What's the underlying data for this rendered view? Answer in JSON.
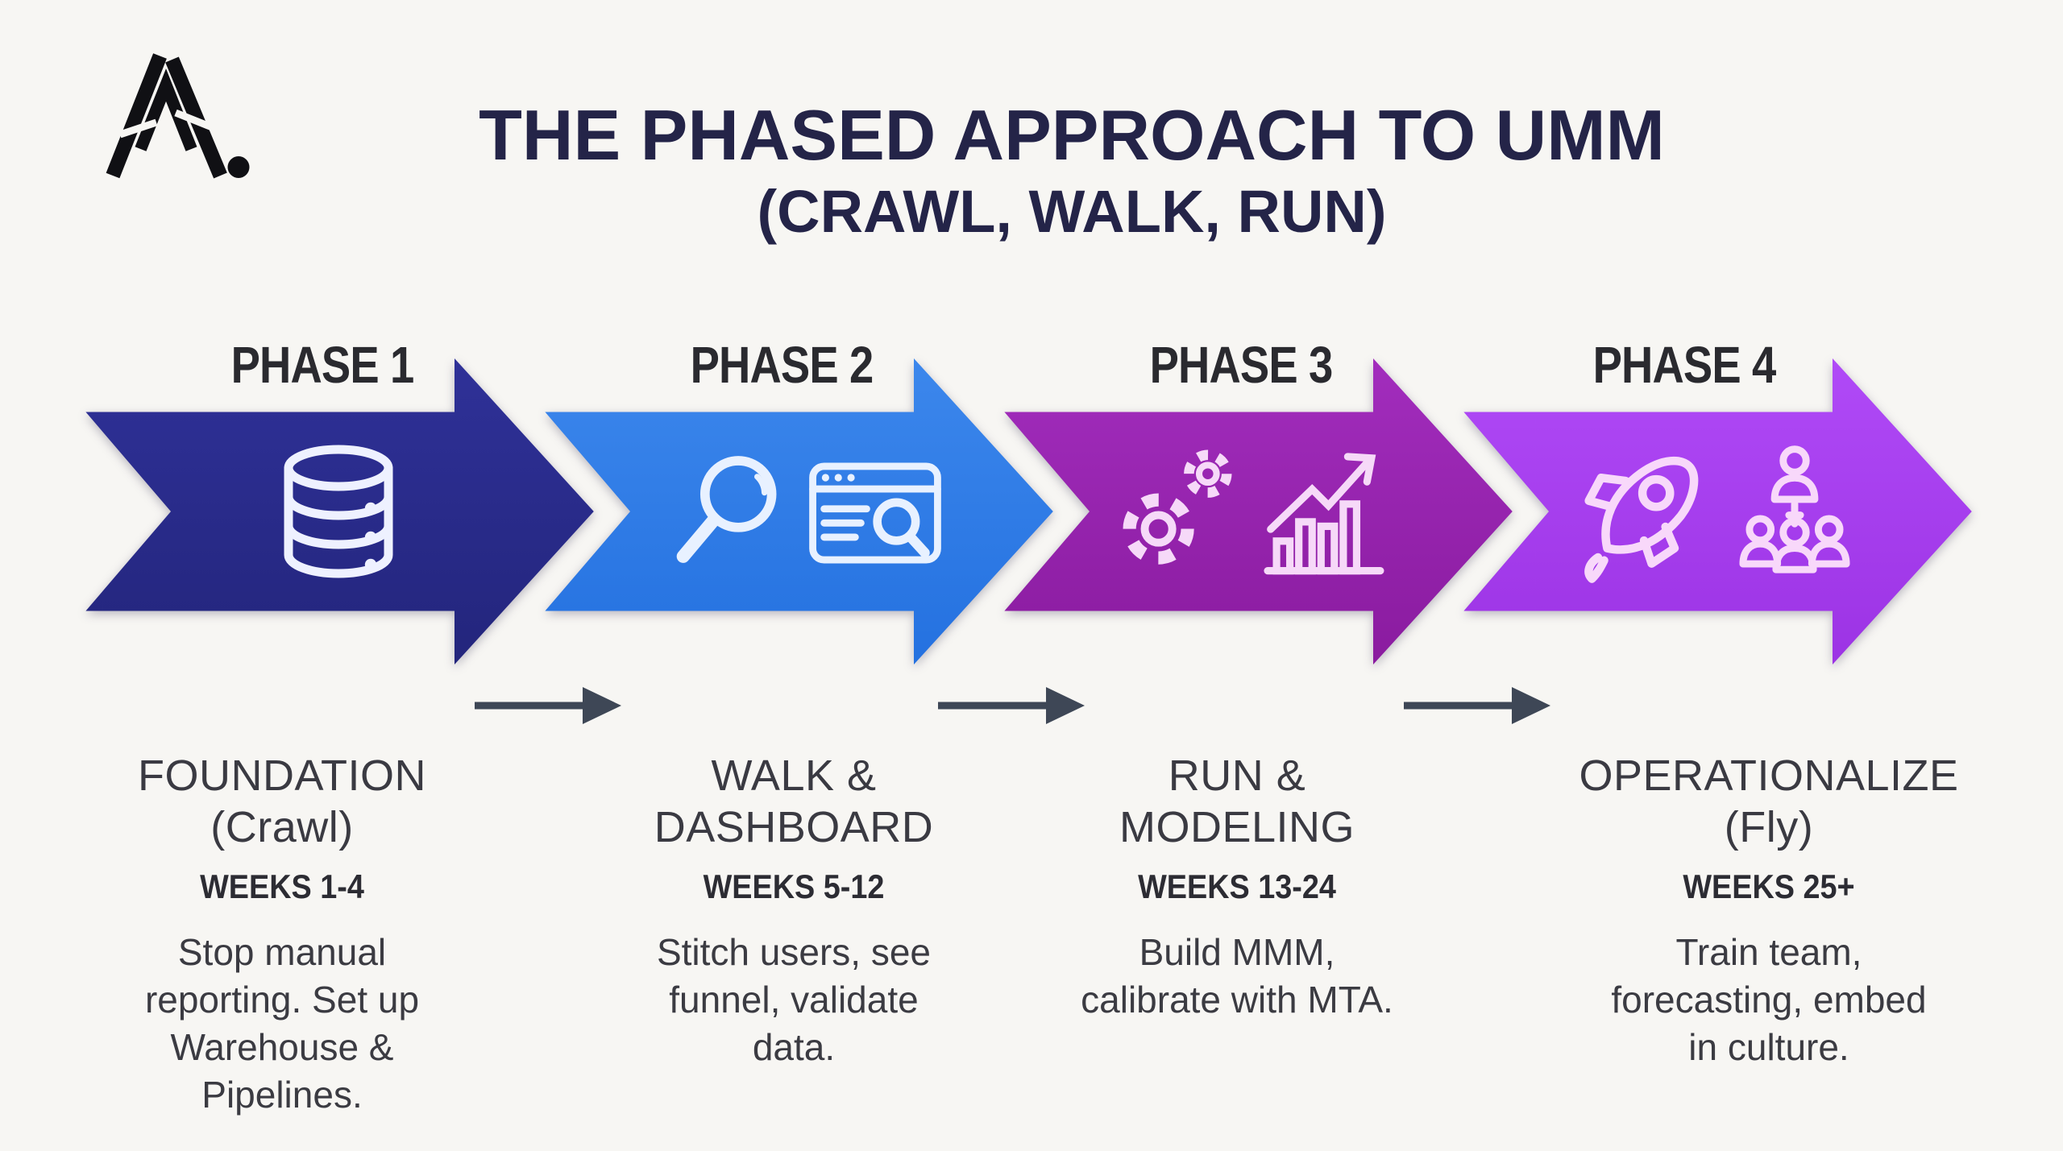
{
  "page": {
    "background": "#f7f6f3"
  },
  "brand": {
    "mark": "A."
  },
  "title": {
    "line1": "THE PHASED APPROACH TO UMM",
    "line2": "(CRAWL, WALK, RUN)",
    "color": "#242448"
  },
  "connector": {
    "color": "#3e4756",
    "count": 3
  },
  "phases": [
    {
      "label": "PHASE 1",
      "arrow_color": "#2a2c8a",
      "icons": [
        "database-icon"
      ],
      "heading": "FOUNDATION\n(Crawl)",
      "weeks": "WEEKS 1-4",
      "description": "Stop manual\nreporting. Set up\nWarehouse &\nPipelines."
    },
    {
      "label": "PHASE 2",
      "arrow_color": "#2e7de5",
      "icons": [
        "magnifier-icon",
        "browser-search-icon"
      ],
      "heading": "WALK &\nDASHBOARD",
      "weeks": "WEEKS 5-12",
      "description": "Stitch users, see\nfunnel, validate\ndata."
    },
    {
      "label": "PHASE 3",
      "arrow_color": "#9221ab",
      "icons": [
        "gears-icon",
        "growth-chart-icon"
      ],
      "heading": "RUN &\nMODELING",
      "weeks": "WEEKS 13-24",
      "description": "Build MMM,\ncalibrate with MTA."
    },
    {
      "label": "PHASE 4",
      "arrow_color": "#a53cf0",
      "icons": [
        "rocket-icon",
        "team-icon"
      ],
      "heading": "OPERATIONALIZE\n(Fly)",
      "weeks": "WEEKS 25+",
      "description": "Train team,\nforecasting, embed\nin culture."
    }
  ]
}
